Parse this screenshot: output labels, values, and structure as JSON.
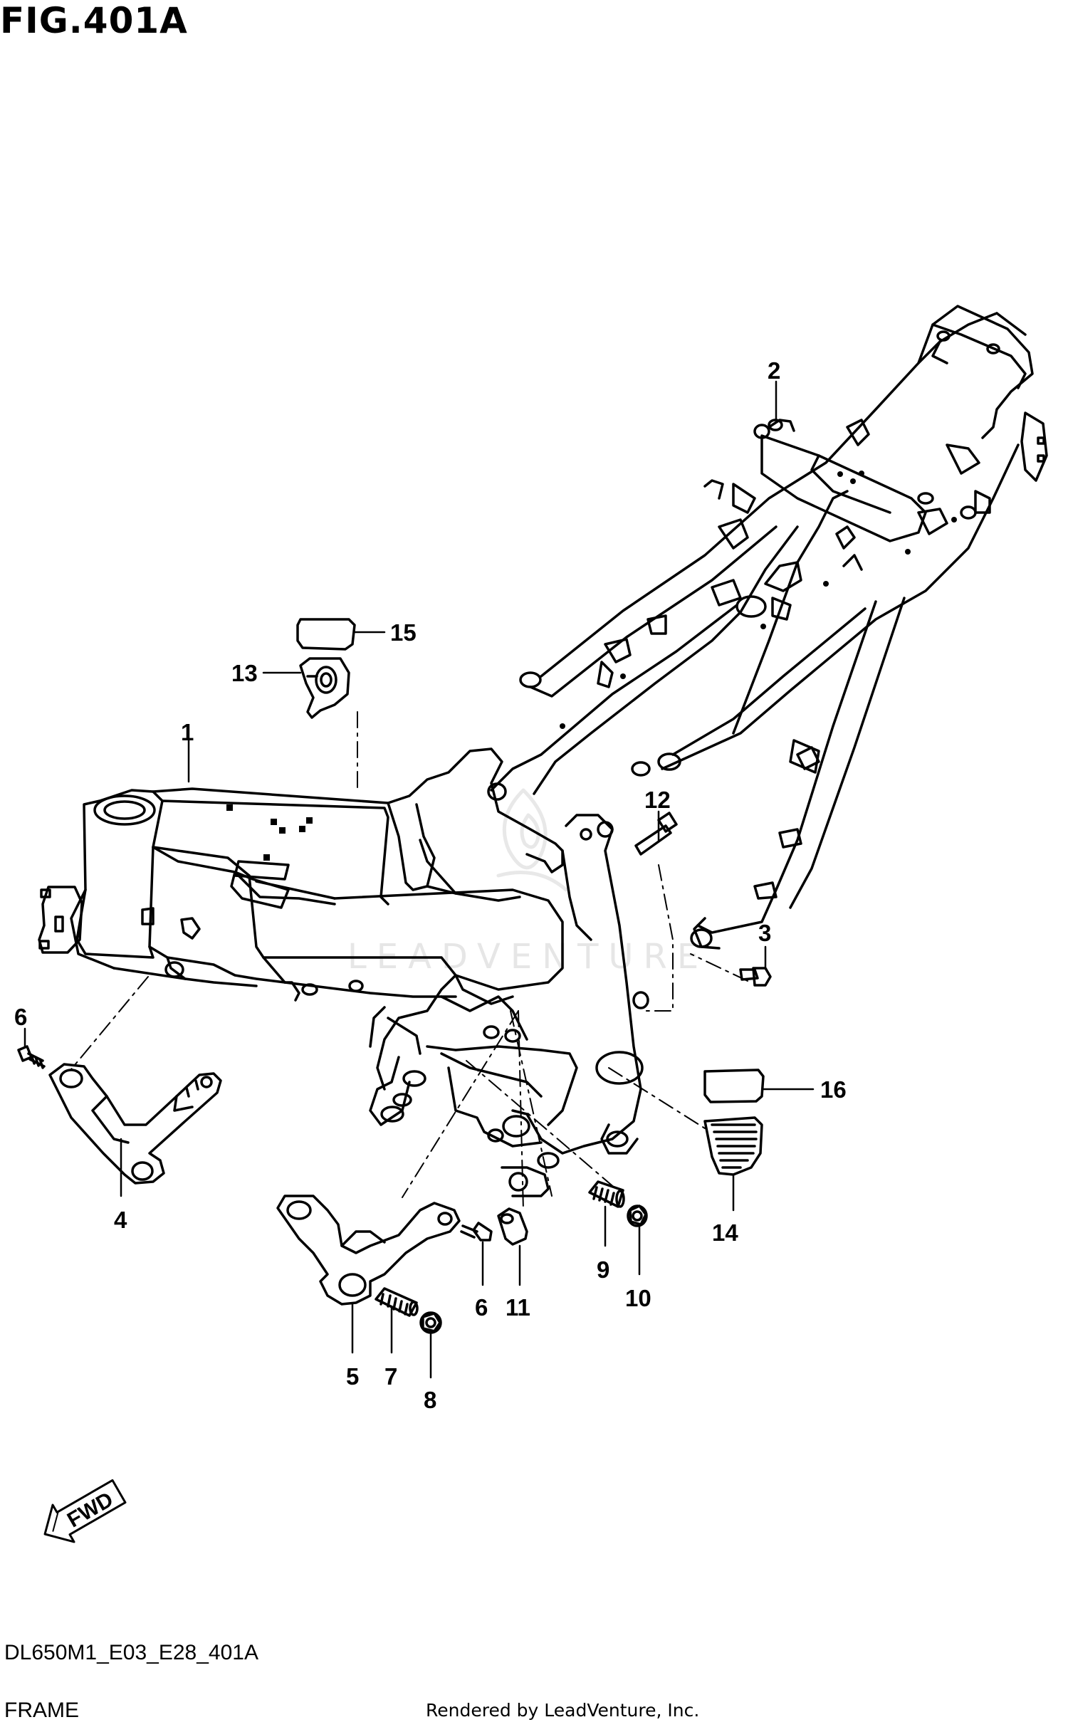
{
  "figure_title": "FIG.401A",
  "watermark_text": "LEADVENTURE",
  "fwd_label": "FWD",
  "drawing_code": "DL650M1_E03_E28_401A",
  "section_label": "FRAME",
  "credit": "Rendered by LeadVenture, Inc.",
  "callouts": [
    "1",
    "2",
    "3",
    "4",
    "5",
    "6",
    "6",
    "7",
    "8",
    "9",
    "10",
    "11",
    "12",
    "13",
    "14",
    "15",
    "16"
  ],
  "colors": {
    "line": "#000000",
    "background": "#ffffff",
    "watermark": "#e6e6e6"
  }
}
